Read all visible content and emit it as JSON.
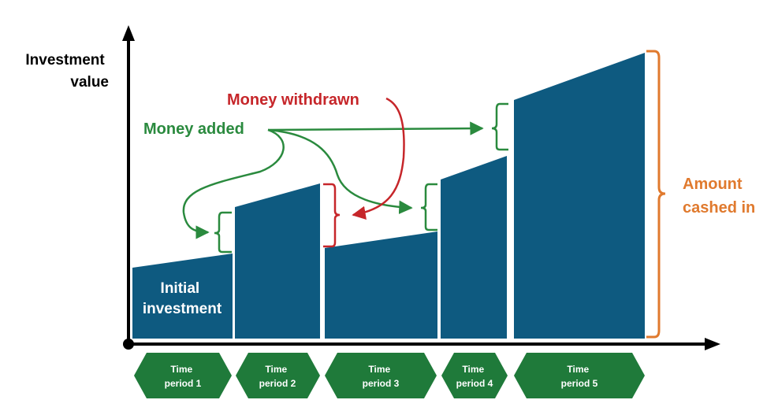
{
  "y_axis_label": [
    "Investment",
    "value"
  ],
  "annotations": {
    "money_withdrawn": "Money withdrawn",
    "money_added": "Money added",
    "amount_cashed_in": [
      "Amount",
      "cashed in"
    ],
    "initial_investment": [
      "Initial",
      "investment"
    ]
  },
  "periods": [
    [
      "Time",
      "period 1"
    ],
    [
      "Time",
      "period 2"
    ],
    [
      "Time",
      "period 3"
    ],
    [
      "Time",
      "period 4"
    ],
    [
      "Time",
      "period 5"
    ]
  ],
  "colors": {
    "block": "#0e5a80",
    "added": "#2a8a3e",
    "withdrawn": "#c6262a",
    "cashed": "#e07a2e",
    "axis": "#000000",
    "period_arrow": "#1f7a3a"
  }
}
